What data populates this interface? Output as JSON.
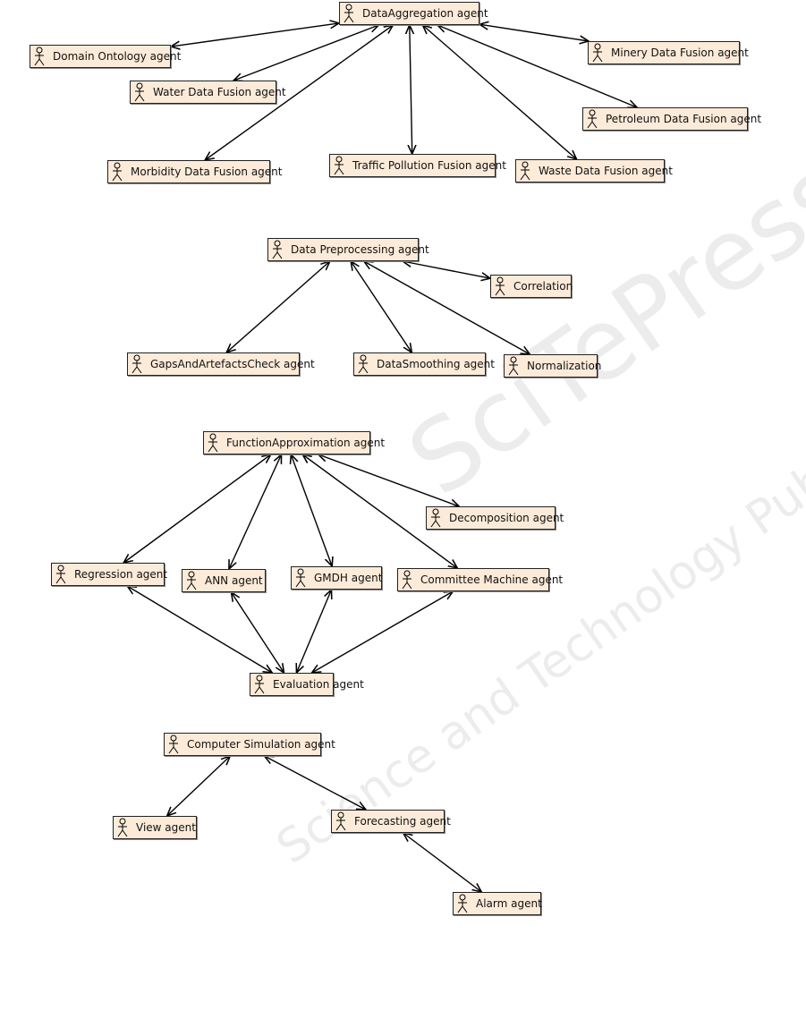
{
  "nodes": [
    {
      "id": "dataagg",
      "label": "DataAggregation agent"
    },
    {
      "id": "domont",
      "label": "Domain Ontology agent"
    },
    {
      "id": "water",
      "label": "Water Data Fusion agent"
    },
    {
      "id": "minery",
      "label": "Minery Data Fusion agent"
    },
    {
      "id": "petrol",
      "label": "Petroleum Data Fusion agent"
    },
    {
      "id": "morbid",
      "label": "Morbidity Data Fusion agent"
    },
    {
      "id": "traffic",
      "label": "Traffic Pollution Fusion agent"
    },
    {
      "id": "waste",
      "label": "Waste Data Fusion agent"
    },
    {
      "id": "preproc",
      "label": "Data Preprocessing agent"
    },
    {
      "id": "corr",
      "label": "Correlation"
    },
    {
      "id": "gaps",
      "label": "GapsAndArtefactsCheck agent"
    },
    {
      "id": "smooth",
      "label": "DataSmoothing agent"
    },
    {
      "id": "norm",
      "label": "Normalization"
    },
    {
      "id": "funcapp",
      "label": "FunctionApproximation agent"
    },
    {
      "id": "decomp",
      "label": "Decomposition agent"
    },
    {
      "id": "regr",
      "label": "Regression agent"
    },
    {
      "id": "ann",
      "label": "ANN agent"
    },
    {
      "id": "gmdh",
      "label": "GMDH agent"
    },
    {
      "id": "committee",
      "label": "Committee Machine agent"
    },
    {
      "id": "eval",
      "label": "Evaluation agent"
    },
    {
      "id": "compsim",
      "label": "Computer Simulation agent"
    },
    {
      "id": "view",
      "label": "View agent"
    },
    {
      "id": "forecast",
      "label": "Forecasting agent"
    },
    {
      "id": "alarm",
      "label": "Alarm agent"
    }
  ],
  "edges": [
    [
      "dataagg",
      "domont"
    ],
    [
      "dataagg",
      "water"
    ],
    [
      "dataagg",
      "minery"
    ],
    [
      "dataagg",
      "petrol"
    ],
    [
      "dataagg",
      "morbid"
    ],
    [
      "dataagg",
      "traffic"
    ],
    [
      "dataagg",
      "waste"
    ],
    [
      "preproc",
      "corr"
    ],
    [
      "preproc",
      "gaps"
    ],
    [
      "preproc",
      "smooth"
    ],
    [
      "preproc",
      "norm"
    ],
    [
      "funcapp",
      "decomp"
    ],
    [
      "funcapp",
      "regr"
    ],
    [
      "funcapp",
      "ann"
    ],
    [
      "funcapp",
      "gmdh"
    ],
    [
      "funcapp",
      "committee"
    ],
    [
      "eval",
      "regr"
    ],
    [
      "eval",
      "ann"
    ],
    [
      "eval",
      "gmdh"
    ],
    [
      "eval",
      "committee"
    ],
    [
      "compsim",
      "view"
    ],
    [
      "compsim",
      "forecast"
    ],
    [
      "forecast",
      "alarm"
    ]
  ],
  "watermark": {
    "main": "SciTePress",
    "sub": "Science and Technology Publications"
  },
  "colors": {
    "node_fill": "#fdebd9",
    "border": "#222222"
  }
}
